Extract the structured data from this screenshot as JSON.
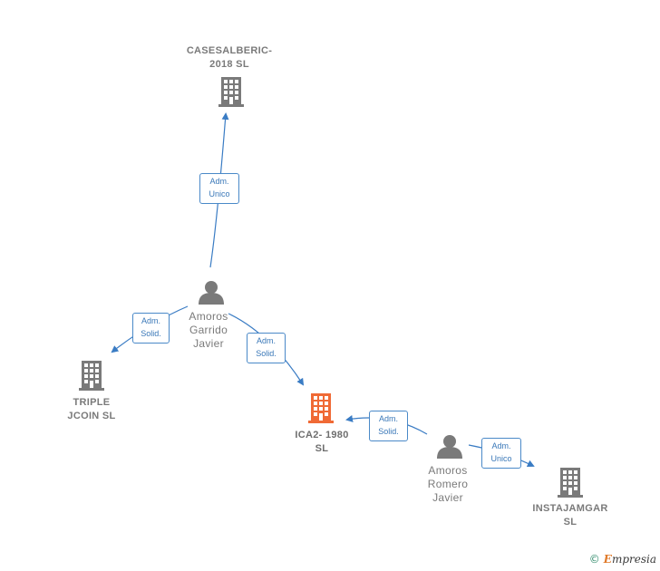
{
  "colors": {
    "edge": "#3a7cc4",
    "company": "#7a7a7a",
    "company_highlight": "#f06a35",
    "person": "#7a7a7a"
  },
  "companies": {
    "casesalberic": {
      "line1": "CASESALBERIC-",
      "line2": "2018  SL",
      "icon": "building-icon"
    },
    "triple": {
      "line1": "TRIPLE",
      "line2": "JCOIN  SL",
      "icon": "building-icon"
    },
    "ica2": {
      "line1": "ICA2- 1980",
      "line2": "SL",
      "icon": "building-icon",
      "highlight": true
    },
    "instajamgar": {
      "line1": "INSTAJAMGAR",
      "line2": "SL",
      "icon": "building-icon"
    }
  },
  "persons": {
    "garrido": {
      "line1": "Amoros",
      "line2": "Garrido",
      "line3": "Javier",
      "icon": "person-icon"
    },
    "romero": {
      "line1": "Amoros",
      "line2": "Romero",
      "line3": "Javier",
      "icon": "person-icon"
    }
  },
  "edges": {
    "e1": {
      "line1": "Adm.",
      "line2": "Unico"
    },
    "e2": {
      "line1": "Adm.",
      "line2": "Solid."
    },
    "e3": {
      "line1": "Adm.",
      "line2": "Solid."
    },
    "e4": {
      "line1": "Adm.",
      "line2": "Solid."
    },
    "e5": {
      "line1": "Adm.",
      "line2": "Unico"
    }
  },
  "brand": {
    "copyright": "©",
    "name_initial": "E",
    "name_rest": "mpresia"
  }
}
